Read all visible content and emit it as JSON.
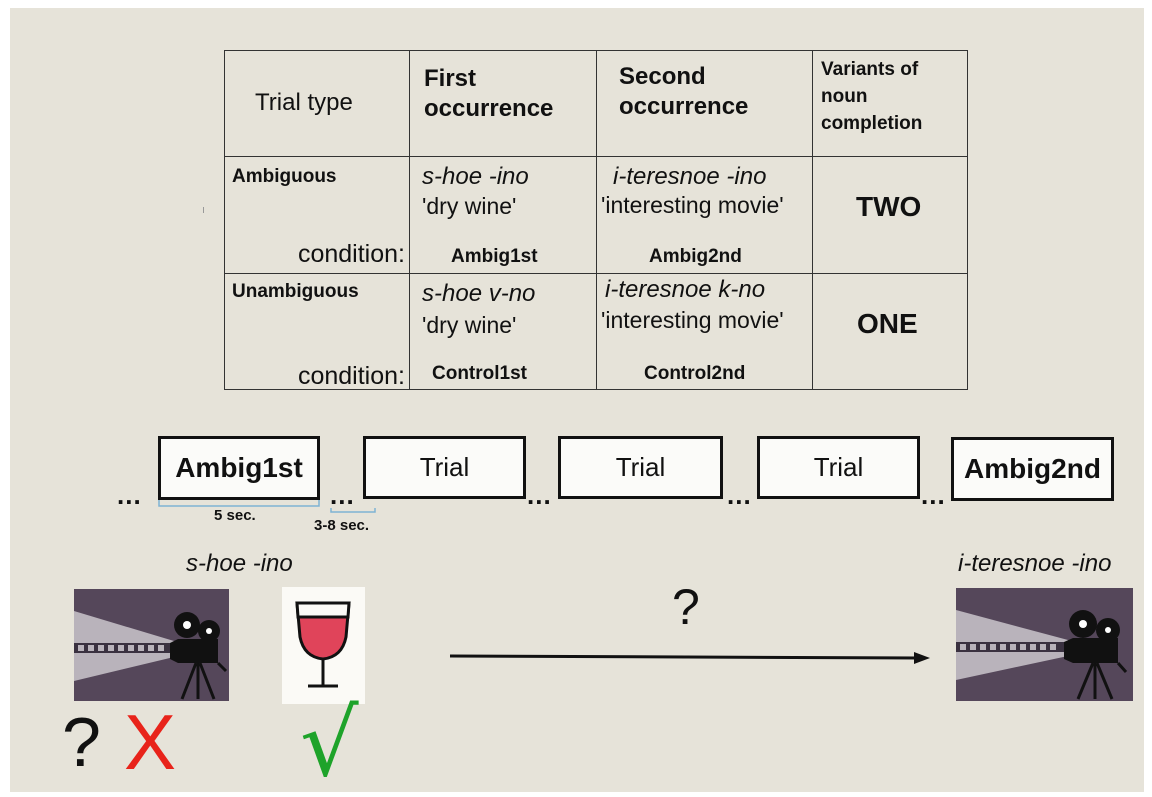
{
  "table": {
    "header": {
      "trial_type": "Trial type",
      "first": [
        "First",
        "occurrence"
      ],
      "second": [
        "Second",
        "occurrence"
      ],
      "variants": [
        "Variants of",
        "noun",
        "completion"
      ]
    },
    "rows": [
      {
        "label": "Ambiguous",
        "condition": "condition:",
        "first_phrase": "s-hoe -ino",
        "first_gloss": "'dry wine'",
        "first_code": "Ambig1st",
        "second_phrase": "i-teresnoe -ino",
        "second_gloss": "'interesting movie'",
        "second_code": "Ambig2nd",
        "variants": "TWO"
      },
      {
        "label": "Unambiguous",
        "condition": "condition:",
        "first_phrase": "s-hoe v-no",
        "first_gloss": "'dry wine'",
        "first_code": "Control1st",
        "second_phrase": "i-teresnoe k-no",
        "second_gloss": "'interesting movie'",
        "second_code": "Control2nd",
        "variants": "ONE"
      }
    ]
  },
  "timeline": {
    "ellipsis": "...",
    "box_first": "Ambig1st",
    "box_trial": "Trial",
    "box_last": "Ambig2nd",
    "duration_box": "5 sec.",
    "duration_gap": "3-8 sec."
  },
  "bottom": {
    "left_phrase": "s-hoe -ino",
    "right_phrase": "i-teresnoe -ino",
    "question": "?",
    "wrong_question": "?",
    "wrong_mark": "X",
    "check_mark": "√",
    "icons": [
      "film-projector-icon",
      "wine-glass-icon",
      "film-projector-icon"
    ],
    "colors": {
      "wine": "#e0445a",
      "wrong": "#e8231a",
      "check": "#1ea32a",
      "projector_bg": "#55475a"
    }
  }
}
